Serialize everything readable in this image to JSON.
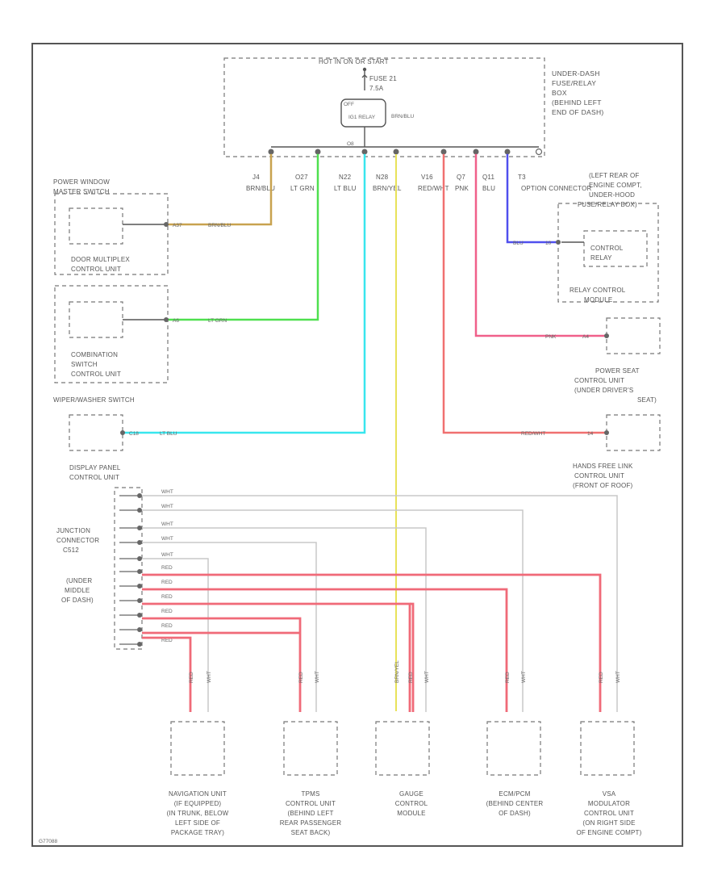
{
  "fuse_box": {
    "power_label": "HOT IN ON OR START",
    "fuse_name": "FUSE 21",
    "fuse_rating": "7.5A",
    "relay_label": "IG1 RELAY",
    "title_lines": [
      "UNDER-DASH",
      "FUSE/RELAY",
      "BOX",
      "(BEHIND LEFT",
      "END OF DASH)"
    ]
  },
  "fuse_pins": [
    {
      "pin": "J4",
      "color": "BRN/BLU"
    },
    {
      "pin": "O27",
      "color": "LT GRN"
    },
    {
      "pin": "N22",
      "color": "LT BLU"
    },
    {
      "pin": "N28",
      "color": "BRN/YEL"
    },
    {
      "pin": "V16",
      "color": "RED/WHT"
    },
    {
      "pin": "Q7",
      "color": "PNK"
    },
    {
      "pin": "Q11",
      "color": "BLU"
    },
    {
      "pin": "T3",
      "color": ""
    }
  ],
  "option_connector": "OPTION CONNECTOR",
  "left_components": {
    "power_window_master": "POWER WINDOW MASTER SWITCH",
    "door_multiplex": "DOOR MULTIPLEX CONTROL UNIT",
    "combination_switch": "COMBINATION SWITCH CONTROL UNIT",
    "wiper_washer": "WIPER/WASHER SWITCH",
    "display_panel": "DISPLAY PANEL CONTROL UNIT",
    "junction_connector": "JUNCTION CONNECTOR C512",
    "under_middle": "UNDER MIDDLE OF DASH"
  },
  "left_wires": {
    "pwm": "BRN/BLU",
    "comb": "LT GRN",
    "wiper": "LT BLU"
  },
  "right_components": {
    "engine_compt_lines": [
      "(LEFT REAR OF",
      "ENGINE COMPT,",
      "UNDER-HOOD",
      "FUSE/RELAY BOX)"
    ],
    "control_relay": "CONTROL RELAY",
    "relay_control_module": "RELAY CONTROL MODULE",
    "power_seat": "POWER SEAT CONTROL UNIT (UNDER DRIVER'S SEAT)",
    "hands_free": "HANDS FREE LINK CONTROL UNIT (FRONT OF ROOF)"
  },
  "right_wires": {
    "relay": "BLU",
    "power_seat": "PNK",
    "hands_free": "RED/WHT"
  },
  "junction_wires": [
    "WHT",
    "WHT",
    "WHT",
    "WHT",
    "WHT",
    "RED",
    "RED",
    "RED",
    "RED",
    "RED",
    "RED"
  ],
  "bottom_components": [
    {
      "name": "NAVIGATION UNIT (IF EQUIPPED) (IN TRUNK, BELOW LEFT SIDE OF PACKAGE TRAY)",
      "lines": [
        "NAVIGATION UNIT",
        "(IF EQUIPPED)",
        "(IN TRUNK, BELOW",
        "LEFT SIDE OF",
        "PACKAGE TRAY)"
      ]
    },
    {
      "name": "TPMS CONTROL UNIT (BEHIND LEFT REAR PASSENGER SEAT BACK)",
      "lines": [
        "TPMS",
        "CONTROL UNIT",
        "(BEHIND LEFT",
        "REAR PASSENGER",
        "SEAT BACK)"
      ]
    },
    {
      "name": "GAUGE CONTROL MODULE",
      "lines": [
        "GAUGE",
        "CONTROL",
        "MODULE"
      ]
    },
    {
      "name": "ECM/PCM (BEHIND CENTER OF DASH)",
      "lines": [
        "ECM/PCM",
        "(BEHIND CENTER",
        "OF DASH)"
      ]
    },
    {
      "name": "VSA MODULATOR CONTROL UNIT (ON RIGHT SIDE OF ENGINE COMPT)",
      "lines": [
        "VSA",
        "MODULATOR",
        "CONTROL UNIT",
        "(ON RIGHT SIDE",
        "OF ENGINE COMPT)"
      ]
    }
  ],
  "bottom_wire_labels": {
    "red": "RED",
    "wht": "WHT",
    "gauge": "BRN/YEL"
  },
  "footer_code": "G77088"
}
